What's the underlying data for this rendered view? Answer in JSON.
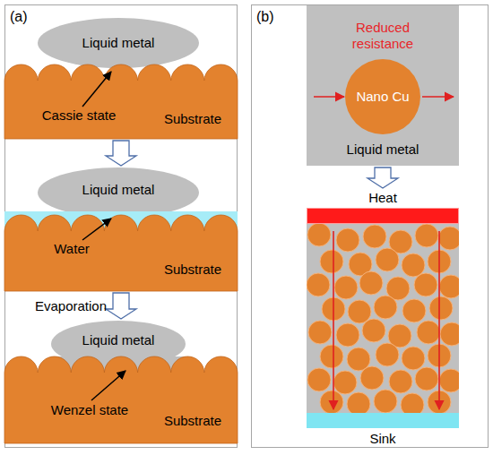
{
  "diagram": {
    "nodes": [
      {
        "text": [
          "(a)"
        ]
      },
      {
        "text": [
          "Liquid metal"
        ],
        "in": 0
      },
      {
        "text": [
          "Substrate"
        ],
        "in": 0
      },
      {
        "text": [
          "Liquid metal"
        ],
        "in": 0
      },
      {
        "text": [
          "Substrate"
        ],
        "in": 0
      },
      {
        "text": [
          "Liquid metal"
        ],
        "in": 0
      },
      {
        "text": [
          "Substrate"
        ],
        "in": 0
      },
      {
        "text": [
          "(b)"
        ]
      },
      {
        "text": [
          "Reduced resistance",
          "Liquid metal"
        ],
        "in": 7
      },
      {
        "text": [
          "Nano Cu"
        ],
        "in": 8
      },
      {
        "text": [
          "Heat"
        ],
        "in": 7
      },
      {
        "text": [
          "Sink"
        ],
        "in": 7
      }
    ],
    "edges": [
      {
        "from": 2,
        "to": 3,
        "arrow": "to"
      },
      {
        "from": 4,
        "to": 5,
        "label": "Evaporation",
        "arrow": "to"
      },
      {
        "from": 8,
        "to": 10,
        "arrow": "to"
      }
    ],
    "labels": [
      "Cassie state",
      "Water",
      "Wenzel state"
    ]
  }
}
